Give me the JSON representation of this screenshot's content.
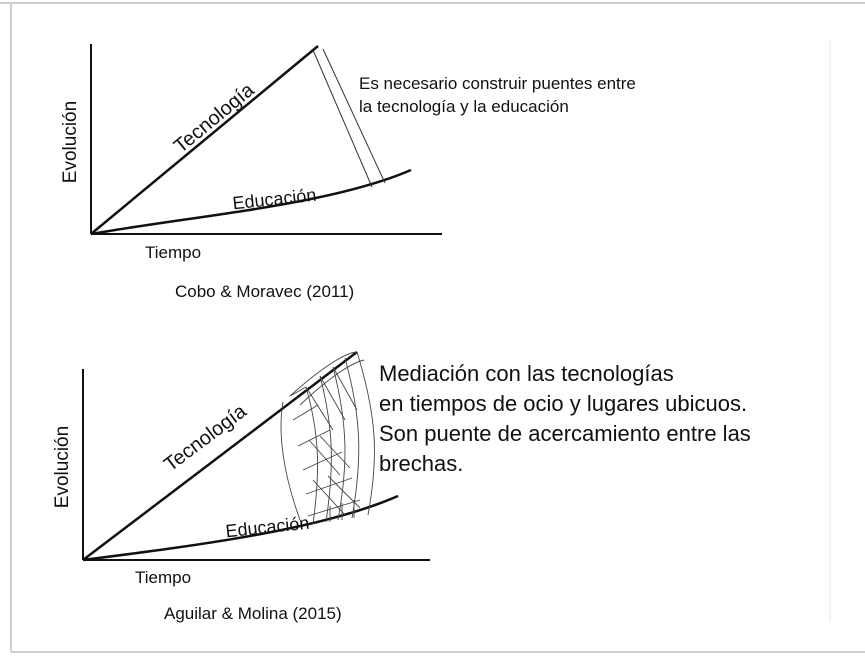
{
  "top_diagram": {
    "y_axis_label": "Evolución",
    "x_axis_label": "Tiempo",
    "line_tech_label": "Tecnología",
    "line_edu_label": "Educación",
    "note_line1": "Es necesario construir puentes entre",
    "note_line2": "la tecnología y la educación",
    "citation": "Cobo & Moravec (2011)"
  },
  "bottom_diagram": {
    "y_axis_label": "Evolución",
    "x_axis_label": "Tiempo",
    "line_tech_label": "Tecnología",
    "line_edu_label": "Educación",
    "note_line1": "Mediación con las tecnologías",
    "note_line2": "en tiempos de ocio y lugares ubicuos.",
    "note_line3": "Son puente de acercamiento entre las",
    "note_line4": "brechas.",
    "citation": "Aguilar & Molina (2015)"
  },
  "colors": {
    "frame_border": "#c8c8c8",
    "ink": "#111111",
    "bridge_sketch": "#555555"
  }
}
